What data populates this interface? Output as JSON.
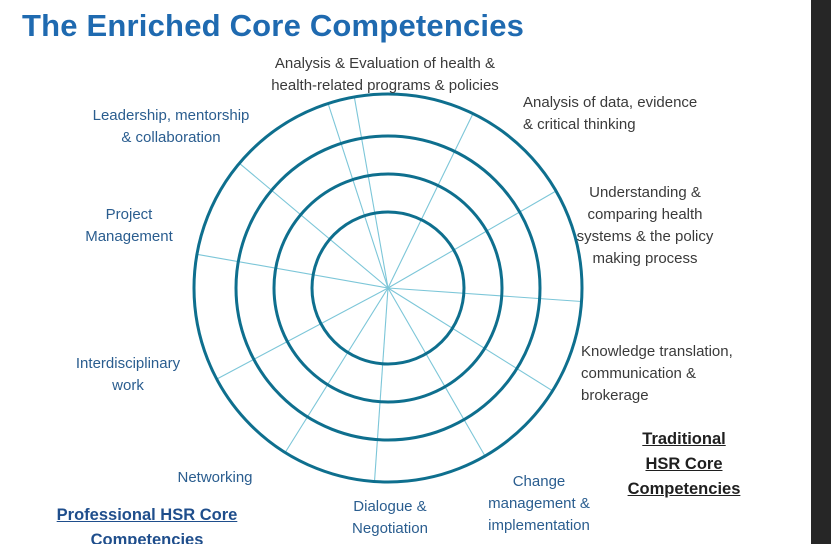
{
  "title": "The Enriched Core Competencies",
  "colors": {
    "title": "#1f6ab0",
    "rings": "#0e6f8e",
    "spokes": "#7cc6d8",
    "text_dark": "#3a3a3a",
    "text_blue": "#2a5d8f",
    "heading_traditional": "#1f1f1f",
    "heading_professional": "#1f4e8c"
  },
  "traditional_labels": {
    "analysis_evaluation": "Analysis & Evaluation of health &\nhealth-related programs & policies",
    "analysis_data": "Analysis of data, evidence\n& critical thinking",
    "understanding_systems": "Understanding &\ncomparing health\nsystems & the policy\nmaking process",
    "knowledge_translation": "Knowledge translation,\ncommunication &\nbrokerage"
  },
  "professional_labels": {
    "leadership": "Leadership, mentorship\n& collaboration",
    "project_management": "Project\nManagement",
    "interdisciplinary": "Interdisciplinary\nwork",
    "networking": "Networking",
    "dialogue": "Dialogue &\nNegotiation",
    "change_management": "Change\nmanagement &\nimplementation"
  },
  "headings": {
    "traditional": "Traditional\nHSR Core\nCompetencies",
    "professional": "Professional HSR Core\nCompetencies"
  }
}
